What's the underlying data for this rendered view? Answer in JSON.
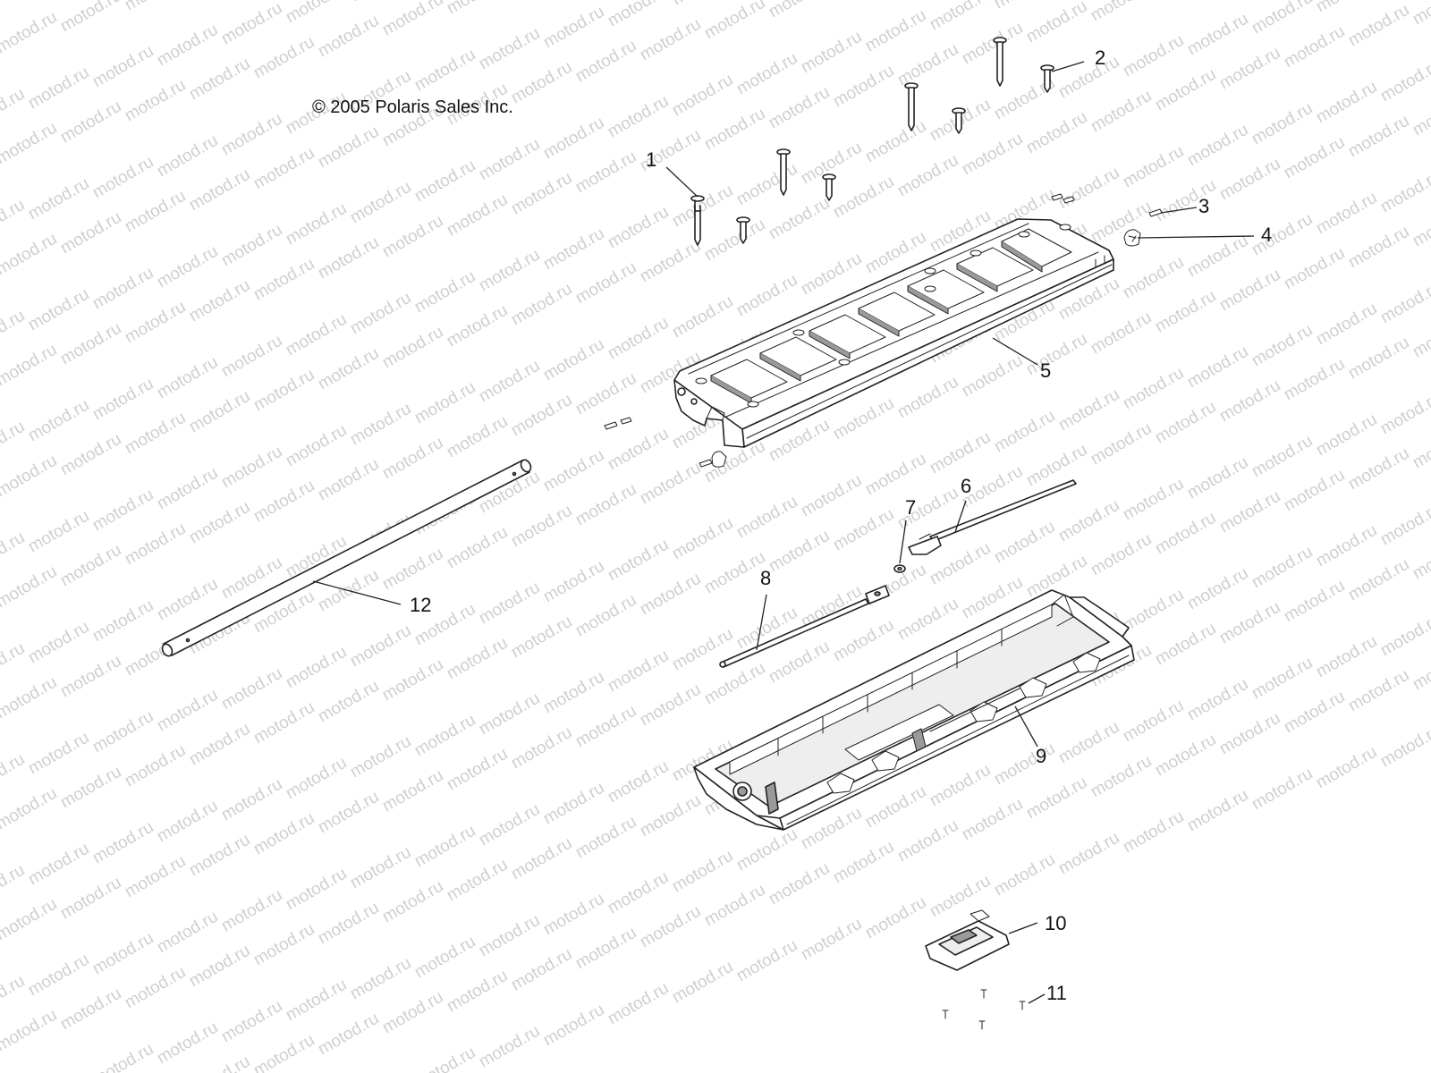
{
  "copyright": "© 2005 Polaris Sales Inc.",
  "watermark": "motod.ru",
  "callouts": [
    "1",
    "2",
    "3",
    "4",
    "5",
    "6",
    "7",
    "8",
    "9",
    "10",
    "11",
    "12"
  ]
}
